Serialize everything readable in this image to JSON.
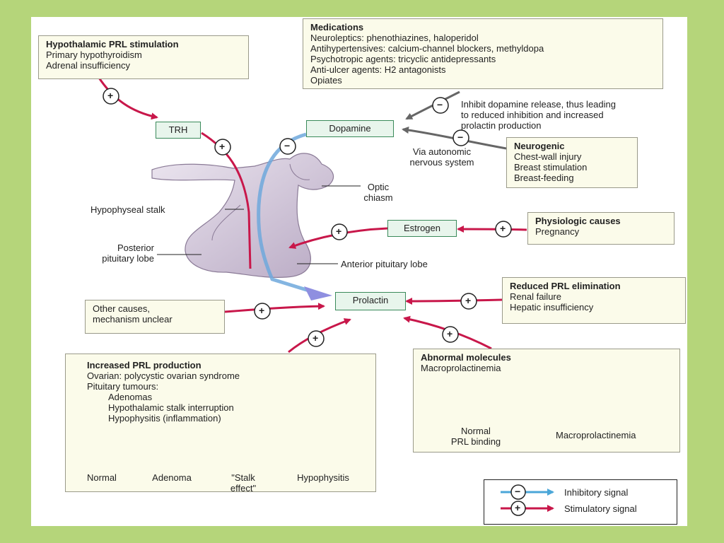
{
  "hyp_box": {
    "title": "Hypothalamic PRL stimulation",
    "lines": [
      "Primary hypothyroidism",
      "Adrenal insufficiency"
    ]
  },
  "med_box": {
    "title": "Medications",
    "lines": [
      "Neuroleptics: phenothiazines, haloperidol",
      "Antihypertensives: calcium-channel blockers, methyldopa",
      "Psychotropic agents: tricyclic antidepressants",
      "Anti-ulcer agents: H2 antagonists",
      "Opiates"
    ]
  },
  "inhibit_text": {
    "lines": [
      "Inhibit dopamine release, thus leading",
      "to reduced inhibition and increased",
      "prolactin production"
    ]
  },
  "neuro_box": {
    "title": "Neurogenic",
    "lines": [
      "Chest-wall injury",
      "Breast stimulation",
      "Breast-feeding"
    ]
  },
  "autonomic_label": {
    "lines": [
      "Via autonomic",
      "nervous system"
    ]
  },
  "nodes": {
    "trh": "TRH",
    "dopamine": "Dopamine",
    "estrogen": "Estrogen",
    "prolactin": "Prolactin"
  },
  "anatomy": {
    "optic": [
      "Optic",
      "chiasm"
    ],
    "stalk": "Hypophyseal stalk",
    "posterior": [
      "Posterior",
      "pituitary lobe"
    ],
    "anterior": "Anterior pituitary lobe"
  },
  "physio_box": {
    "title": "Physiologic causes",
    "lines": [
      "Pregnancy"
    ]
  },
  "reduced_box": {
    "title": "Reduced PRL elimination",
    "lines": [
      "Renal failure",
      "Hepatic insufficiency"
    ]
  },
  "other_box": {
    "lines": [
      "Other causes,",
      "mechanism unclear"
    ]
  },
  "increased_box": {
    "title": "Increased PRL production",
    "lines": [
      "Ovarian: polycystic ovarian syndrome",
      "Pituitary tumours:"
    ],
    "sub": [
      "Adenomas",
      "Hypothalamic stalk interruption",
      "Hypophysitis (inflammation)"
    ],
    "pics": [
      "Normal",
      "Adenoma",
      "\"Stalk effect\"",
      "Hypophysitis"
    ]
  },
  "abnormal_box": {
    "title": "Abnormal molecules",
    "subtitle": "Macroprolactinemia",
    "normal_label": [
      "Normal",
      "PRL binding"
    ],
    "macro_label": "Macroprolactinemia"
  },
  "legend": {
    "inhibitory": "Inhibitory signal",
    "stimulatory": "Stimulatory signal"
  },
  "signs": {
    "plus": "+",
    "minus": "−"
  },
  "colors": {
    "stimulatory": "#c8174a",
    "inhibitory": "#4aa6d8",
    "neurogenic": "#666666",
    "background": "#b5d57a",
    "node_border": "#3a8a5a",
    "gland": "#d6cbdc"
  }
}
